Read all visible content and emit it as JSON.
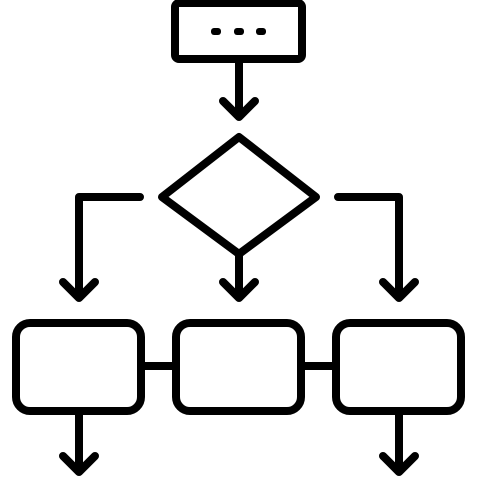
{
  "diagram": {
    "type": "flowchart-icon",
    "colors": {
      "stroke": "#000000",
      "background": "#ffffff"
    },
    "nodes": [
      {
        "id": "start",
        "shape": "rounded-rectangle",
        "content": "ellipsis-dots"
      },
      {
        "id": "decision",
        "shape": "diamond"
      },
      {
        "id": "box-left",
        "shape": "rounded-rectangle"
      },
      {
        "id": "box-middle",
        "shape": "rounded-rectangle"
      },
      {
        "id": "box-right",
        "shape": "rounded-rectangle"
      }
    ],
    "edges": [
      {
        "from": "start",
        "to": "decision",
        "style": "arrow"
      },
      {
        "from": "decision",
        "to": "box-left",
        "style": "elbow-arrow"
      },
      {
        "from": "decision",
        "to": "box-middle",
        "style": "arrow"
      },
      {
        "from": "decision",
        "to": "box-right",
        "style": "elbow-arrow"
      },
      {
        "from": "box-left",
        "to": "box-middle",
        "style": "line"
      },
      {
        "from": "box-middle",
        "to": "box-right",
        "style": "line"
      },
      {
        "from": "box-left",
        "to": "exit-left",
        "style": "arrow"
      },
      {
        "from": "box-right",
        "to": "exit-right",
        "style": "arrow"
      }
    ]
  }
}
